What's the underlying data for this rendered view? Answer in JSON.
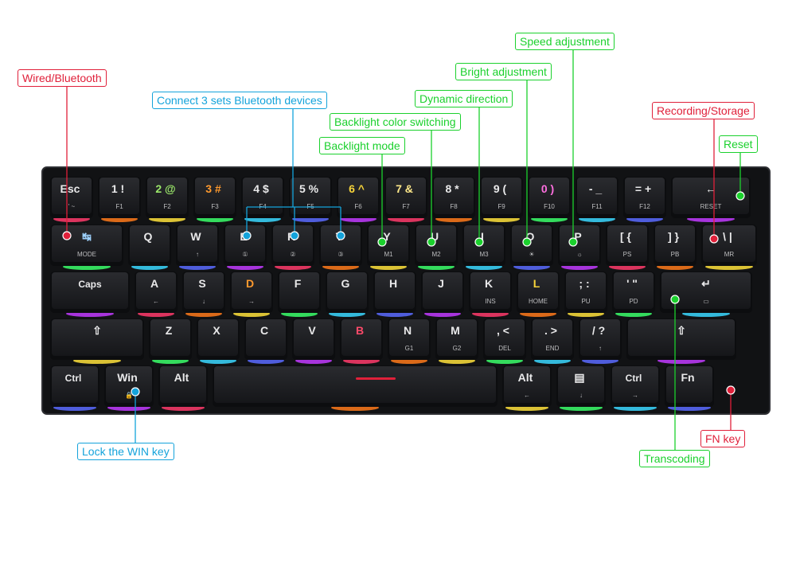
{
  "colors": {
    "red": "#e0203a",
    "blue": "#14a3db",
    "green": "#1bd12d",
    "keycap": "#1b1c1f",
    "case": "#111214"
  },
  "callouts": {
    "wired_bluetooth": "Wired/Bluetooth",
    "connect_bluetooth": "Connect 3 sets Bluetooth devices",
    "backlight_mode": "Backlight mode",
    "backlight_color": "Backlight color switching",
    "dynamic_direction": "Dynamic direction",
    "bright_adjustment": "Bright adjustment",
    "speed_adjustment": "Speed adjustment",
    "recording_storage": "Recording/Storage",
    "reset": "Reset",
    "lock_win": "Lock the WIN key",
    "fn_key": "FN key",
    "transcoding": "Transcoding"
  },
  "keyboard": {
    "rows": [
      [
        {
          "id": "esc",
          "main": "Esc",
          "sub": "' ~"
        },
        {
          "id": "1",
          "main": "1 !",
          "sub": "F1"
        },
        {
          "id": "2",
          "main": "2 @",
          "sub": "F2"
        },
        {
          "id": "3",
          "main": "3 #",
          "sub": "F3"
        },
        {
          "id": "4",
          "main": "4 $",
          "sub": "F4"
        },
        {
          "id": "5",
          "main": "5 %",
          "sub": "F5"
        },
        {
          "id": "6",
          "main": "6 ^",
          "sub": "F6"
        },
        {
          "id": "7",
          "main": "7 &",
          "sub": "F7"
        },
        {
          "id": "8",
          "main": "8 *",
          "sub": "F8"
        },
        {
          "id": "9",
          "main": "9 (",
          "sub": "F9"
        },
        {
          "id": "0",
          "main": "0 )",
          "sub": "F10"
        },
        {
          "id": "minus",
          "main": "- _",
          "sub": "F11"
        },
        {
          "id": "equal",
          "main": "= +",
          "sub": "F12"
        },
        {
          "id": "backspace",
          "main": "←",
          "sub": "RESET"
        }
      ],
      [
        {
          "id": "tab",
          "main": "↹",
          "sub": "MODE"
        },
        {
          "id": "q",
          "main": "Q",
          "sub": ""
        },
        {
          "id": "w",
          "main": "W",
          "sub": "↑"
        },
        {
          "id": "e",
          "main": "E",
          "sub": "①"
        },
        {
          "id": "r",
          "main": "R",
          "sub": "②"
        },
        {
          "id": "t",
          "main": "T",
          "sub": "③"
        },
        {
          "id": "y",
          "main": "Y",
          "sub": "M1"
        },
        {
          "id": "u",
          "main": "U",
          "sub": "M2"
        },
        {
          "id": "i",
          "main": "I",
          "sub": "M3"
        },
        {
          "id": "o",
          "main": "O",
          "sub": "☀"
        },
        {
          "id": "p",
          "main": "P",
          "sub": "☼"
        },
        {
          "id": "lbracket",
          "main": "[ {",
          "sub": "PS"
        },
        {
          "id": "rbracket",
          "main": "] }",
          "sub": "PB"
        },
        {
          "id": "backslash",
          "main": "\\ |",
          "sub": "MR"
        }
      ],
      [
        {
          "id": "caps",
          "main": "Caps",
          "sub": ""
        },
        {
          "id": "a",
          "main": "A",
          "sub": "←"
        },
        {
          "id": "s",
          "main": "S",
          "sub": "↓"
        },
        {
          "id": "d",
          "main": "D",
          "sub": "→"
        },
        {
          "id": "f",
          "main": "F",
          "sub": ""
        },
        {
          "id": "g",
          "main": "G",
          "sub": ""
        },
        {
          "id": "h",
          "main": "H",
          "sub": ""
        },
        {
          "id": "j",
          "main": "J",
          "sub": ""
        },
        {
          "id": "k",
          "main": "K",
          "sub": "INS"
        },
        {
          "id": "l",
          "main": "L",
          "sub": "HOME"
        },
        {
          "id": "semicolon",
          "main": "; :",
          "sub": "PU"
        },
        {
          "id": "quote",
          "main": "' \"",
          "sub": "PD"
        },
        {
          "id": "enter",
          "main": "↵",
          "sub": "▭"
        }
      ],
      [
        {
          "id": "lshift",
          "main": "⇧",
          "sub": ""
        },
        {
          "id": "z",
          "main": "Z",
          "sub": ""
        },
        {
          "id": "x",
          "main": "X",
          "sub": ""
        },
        {
          "id": "c",
          "main": "C",
          "sub": ""
        },
        {
          "id": "v",
          "main": "V",
          "sub": ""
        },
        {
          "id": "b",
          "main": "B",
          "sub": ""
        },
        {
          "id": "n",
          "main": "N",
          "sub": "G1"
        },
        {
          "id": "m",
          "main": "M",
          "sub": "G2"
        },
        {
          "id": "comma",
          "main": ", <",
          "sub": "DEL"
        },
        {
          "id": "period",
          "main": ". >",
          "sub": "END"
        },
        {
          "id": "slash",
          "main": "/ ?",
          "sub": "↑"
        },
        {
          "id": "rshift",
          "main": "⇧",
          "sub": ""
        }
      ],
      [
        {
          "id": "ctrl",
          "main": "Ctrl",
          "sub": ""
        },
        {
          "id": "win",
          "main": "Win",
          "sub": "🔒"
        },
        {
          "id": "alt",
          "main": "Alt",
          "sub": ""
        },
        {
          "id": "space",
          "main": "",
          "sub": ""
        },
        {
          "id": "ralt",
          "main": "Alt",
          "sub": "←"
        },
        {
          "id": "menu",
          "main": "▤",
          "sub": "↓"
        },
        {
          "id": "rctrl",
          "main": "Ctrl",
          "sub": "→"
        },
        {
          "id": "fn",
          "main": "Fn",
          "sub": ""
        }
      ]
    ]
  }
}
